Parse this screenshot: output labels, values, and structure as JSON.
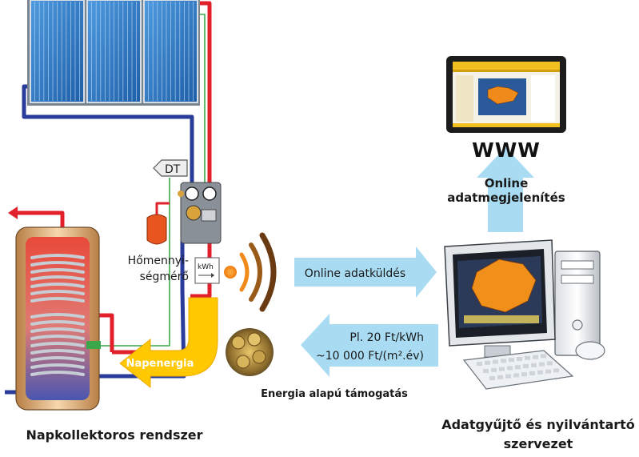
{
  "diagram": {
    "labels": {
      "www": "WWW",
      "online_display": "Online adatmegjelenítés",
      "online_display_line1": "Online",
      "online_display_line2": "adatmegjelenítés",
      "online_send": "Online adatküldés",
      "dt": "DT",
      "kwh": "kWh",
      "heat_meter_line1": "Hőmennyi-",
      "heat_meter_line2": "ségmérő",
      "solar_energy": "Napenergia",
      "subsidy_line1": "Pl. 20 Ft/kWh",
      "subsidy_line2": "~10 000 Ft/(m².év)",
      "energy_support": "Energia alapú támogatás",
      "system_title": "Napkollektoros rendszer",
      "org_title_line1": "Adatgyűjtő és nyilvántartó",
      "org_title_line2": "szervezet"
    },
    "colors": {
      "hot_pipe": "#e0202a",
      "cold_pipe": "#2a3c9a",
      "sensor_wire": "#3aa84a",
      "arrow_light_blue": "#a9dcf3",
      "solar_yellow": "#ffc800",
      "wifi_brown": "#7a4a1a",
      "wifi_orange": "#f08a1a",
      "collector_blue": "#1f66b0"
    },
    "icons": [
      "solar-collector-icon",
      "storage-tank-icon",
      "pump-station-icon",
      "expansion-vessel-icon",
      "heat-meter-icon",
      "wireless-signal-icon",
      "tablet-icon",
      "computer-icon",
      "coins-icon"
    ]
  }
}
